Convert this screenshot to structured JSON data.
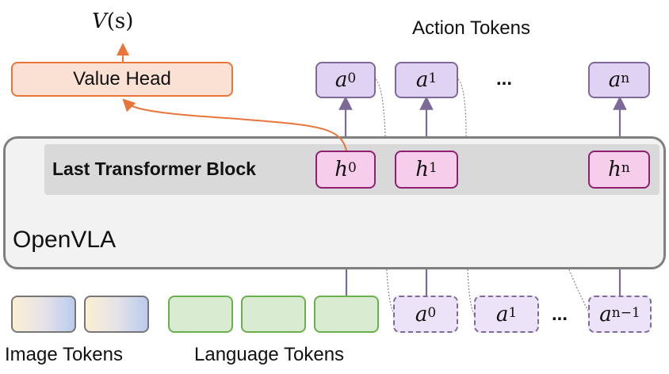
{
  "value_output": {
    "symbol": "V",
    "arg": "(s)"
  },
  "value_head": {
    "label": "Value Head"
  },
  "action_tokens": {
    "title": "Action Tokens",
    "items": [
      {
        "base": "a",
        "sup": "0"
      },
      {
        "base": "a",
        "sup": "1"
      },
      {
        "base": "a",
        "sup": "n"
      }
    ],
    "ellipsis": "..."
  },
  "model": {
    "name": "OpenVLA",
    "block_label": "Last Transformer Block",
    "hidden": [
      {
        "base": "h",
        "sup": "0"
      },
      {
        "base": "h",
        "sup": "1"
      },
      {
        "base": "h",
        "sup": "n"
      }
    ]
  },
  "inputs": {
    "image_label": "Image Tokens",
    "language_label": "Language Tokens",
    "prev_actions": [
      {
        "base": "a",
        "sup": "0"
      },
      {
        "base": "a",
        "sup": "1"
      },
      {
        "base": "a",
        "sup": "n−1"
      }
    ],
    "ellipsis": "..."
  },
  "colors": {
    "value_head": "#fbe0d4",
    "value_arrow": "#e8763a",
    "action": "#e0d2f3",
    "hidden": "#f6cdea",
    "language": "#d9ecd2",
    "connector": "#7d6a99"
  }
}
